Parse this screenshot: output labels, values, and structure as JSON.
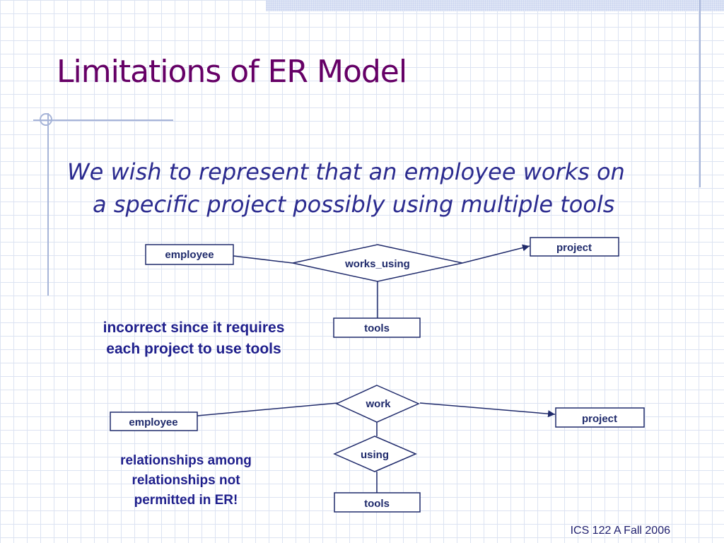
{
  "slide": {
    "title": "Limitations of ER Model",
    "subtitle_line1": "We wish to represent that an employee works on",
    "subtitle_line2": "a specific project possibly using multiple tools",
    "footer": "ICS 122 A Fall 2006"
  },
  "diagram1": {
    "employee": "employee",
    "relationship": "works_using",
    "project": "project",
    "tools": "tools",
    "note_line1": "incorrect since it requires",
    "note_line2": "each project to use tools"
  },
  "diagram2": {
    "employee": "employee",
    "relationship_work": "work",
    "project": "project",
    "relationship_using": "using",
    "tools": "tools",
    "note_line1": "relationships among",
    "note_line2": "relationships not",
    "note_line3": "permitted in ER!"
  },
  "colors": {
    "title": "#660066",
    "body_text": "#2b2b8f",
    "diagram_stroke": "#1f2a6b",
    "grid": "#dce3f2"
  }
}
